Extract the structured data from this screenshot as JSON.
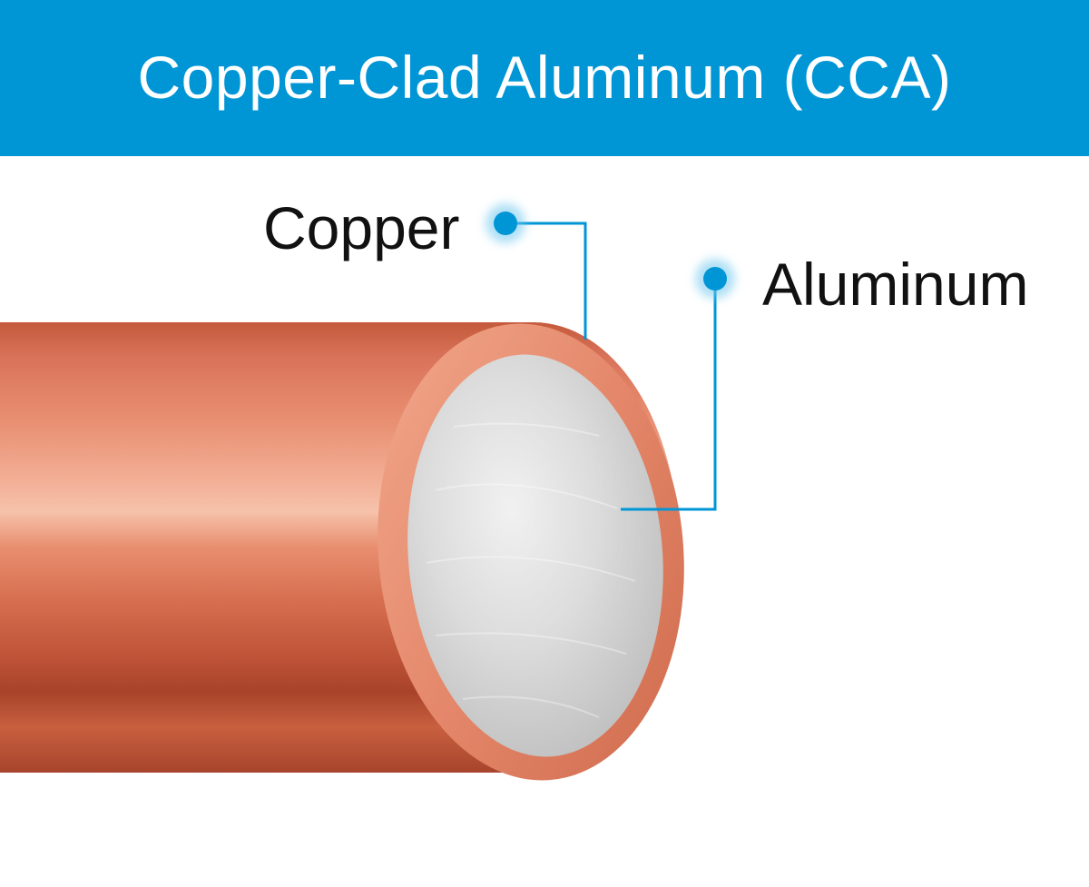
{
  "header": {
    "title": "Copper-Clad Aluminum (CCA)",
    "background_color": "#0096d6",
    "text_color": "#ffffff"
  },
  "labels": {
    "copper": "Copper",
    "aluminum": "Aluminum"
  },
  "colors": {
    "callout": "#0096d6",
    "copper_light": "#f0a88a",
    "copper_mid": "#d86e4c",
    "copper_dark": "#a8432a",
    "aluminum_light": "#e8e8e8",
    "aluminum_dark": "#b9b9b9"
  },
  "icons": {
    "copper_marker": "callout-dot-icon",
    "aluminum_marker": "callout-dot-icon"
  }
}
